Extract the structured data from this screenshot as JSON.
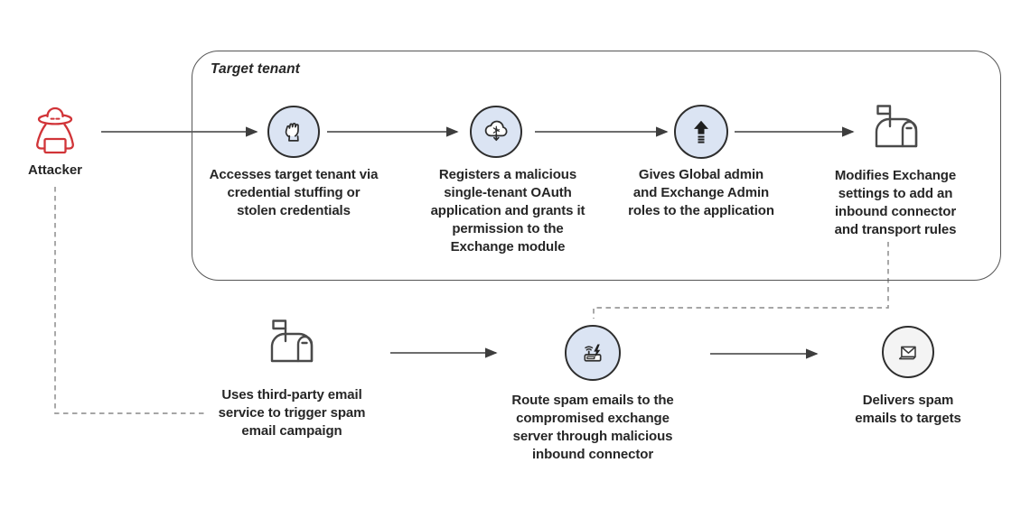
{
  "attacker": {
    "label": "Attacker",
    "icon": "spy-attacker-icon"
  },
  "target_tenant": {
    "title": "Target tenant",
    "steps": [
      {
        "icon": "fist-compromise-icon",
        "caption": "Accesses target tenant via credential stuffing or stolen credentials"
      },
      {
        "icon": "cloud-app-registration-icon",
        "caption": "Registers a malicious single-tenant OAuth application and grants it permission to the Exchange module"
      },
      {
        "icon": "privilege-elevation-icon",
        "caption": "Gives Global admin and Exchange Admin roles to the application"
      },
      {
        "icon": "mailbox-icon",
        "caption": "Modifies Exchange settings to add an inbound connector and transport rules"
      }
    ]
  },
  "bottom_flow": {
    "steps": [
      {
        "icon": "mailbox-icon",
        "caption": "Uses third-party email service to trigger spam email campaign"
      },
      {
        "icon": "compromised-router-icon",
        "caption": "Route spam emails to the compromised exchange server through malicious inbound connector"
      },
      {
        "icon": "spam-email-icon",
        "caption": "Delivers spam emails to targets"
      }
    ]
  },
  "colors": {
    "attacker_red": "#d13438",
    "icon_circle_fill": "#dbe4f3",
    "icon_circle_fill_gray": "#f4f4f4",
    "connector_dark": "#3d3d3d",
    "dashed_gray": "#9a9a9a",
    "box_border": "#565656",
    "text": "#262626"
  }
}
